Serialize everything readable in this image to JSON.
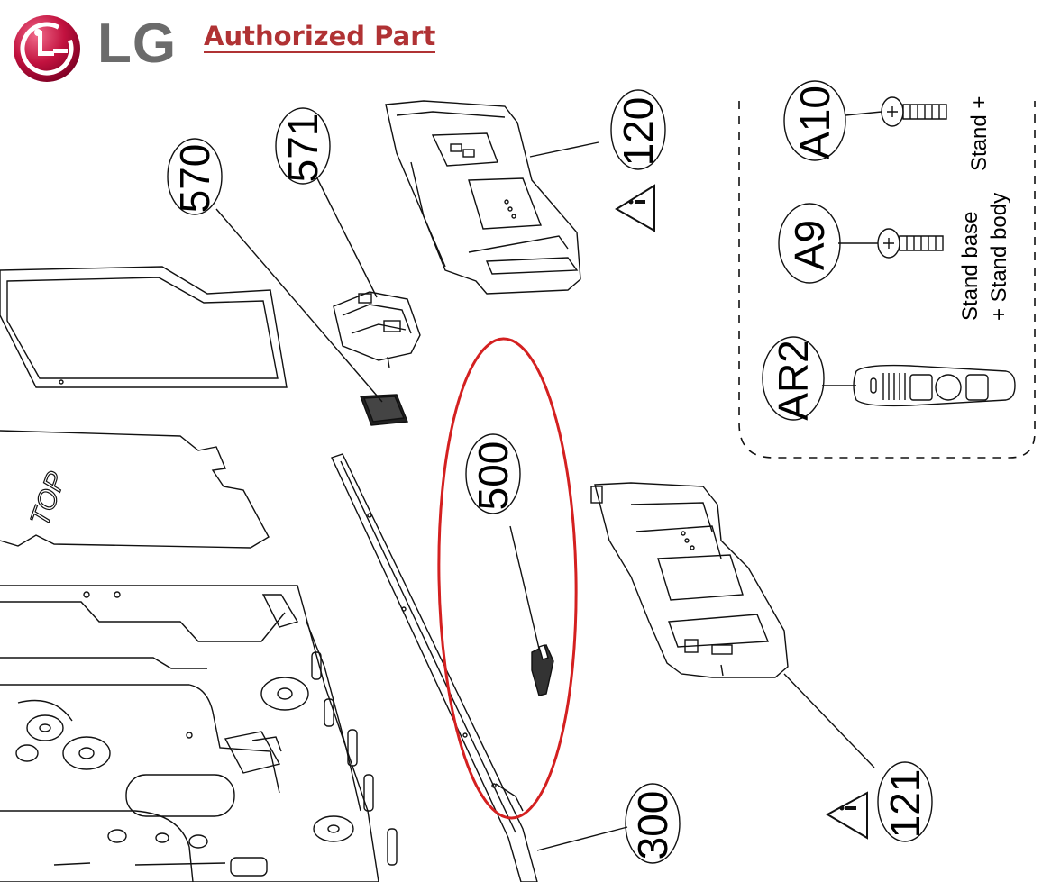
{
  "header": {
    "brand": "LG",
    "badge": "Authorized Part",
    "brand_color": "#a50034",
    "badge_color": "#b03234"
  },
  "callouts": {
    "c570": "570",
    "c571": "571",
    "c120": "120",
    "c121": "121",
    "c500": "500",
    "c300": "300",
    "cA10": "A10",
    "cA9": "A9",
    "cAR2": "AR2"
  },
  "notes": {
    "stand_plus": "Stand +",
    "stand_base": "Stand base",
    "stand_body": "+ Stand body",
    "top_label": "TOP"
  },
  "highlight": {
    "part": "500",
    "color": "#d42020"
  }
}
